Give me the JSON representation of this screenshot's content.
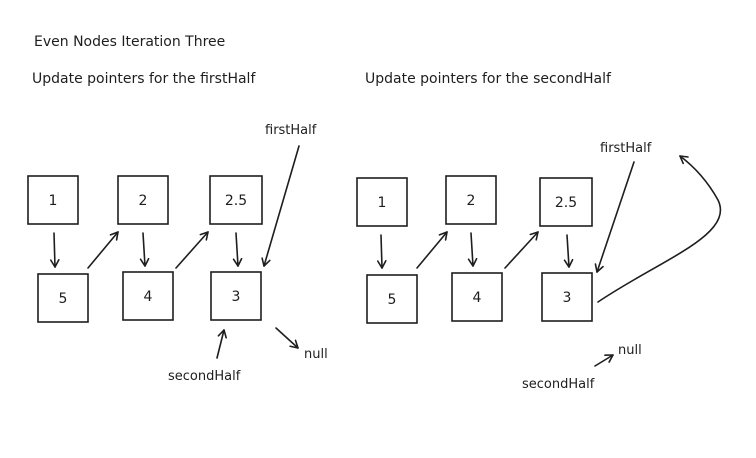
{
  "title": "Even Nodes Iteration Three",
  "left_panel": {
    "subtitle": "Update pointers for the firstHalf",
    "nodes": [
      "1",
      "2",
      "2.5",
      "5",
      "4",
      "3"
    ],
    "first_half_label": "firstHalf",
    "second_half_label": "secondHalf",
    "null_label": "null"
  },
  "right_panel": {
    "subtitle": "Update pointers for the secondHalf",
    "nodes": [
      "1",
      "2",
      "2.5",
      "5",
      "4",
      "3"
    ],
    "first_half_label": "firstHalf",
    "second_half_label": "secondHalf",
    "null_label": "null"
  }
}
